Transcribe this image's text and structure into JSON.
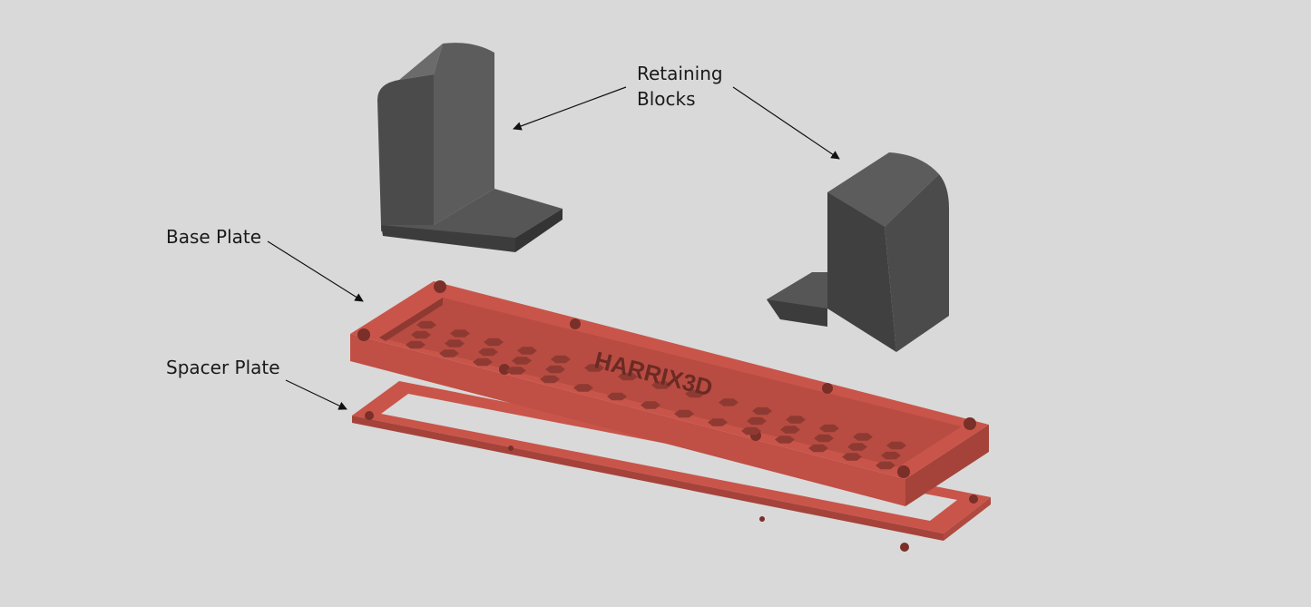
{
  "labels": {
    "retaining_line1": "Retaining",
    "retaining_line2": "Blocks",
    "base_plate": "Base Plate",
    "spacer_plate": "Spacer Plate"
  },
  "engraving": "HARRIX3D",
  "colors": {
    "background": "#d9d9d9",
    "plate_red": "#c9554a",
    "plate_red_dark": "#a5433a",
    "plate_red_light": "#d86a5e",
    "block_gray": "#4a4b4a",
    "block_gray_dark": "#3b3c3b",
    "block_gray_light": "#5b5c5b",
    "arrow": "#111111"
  }
}
